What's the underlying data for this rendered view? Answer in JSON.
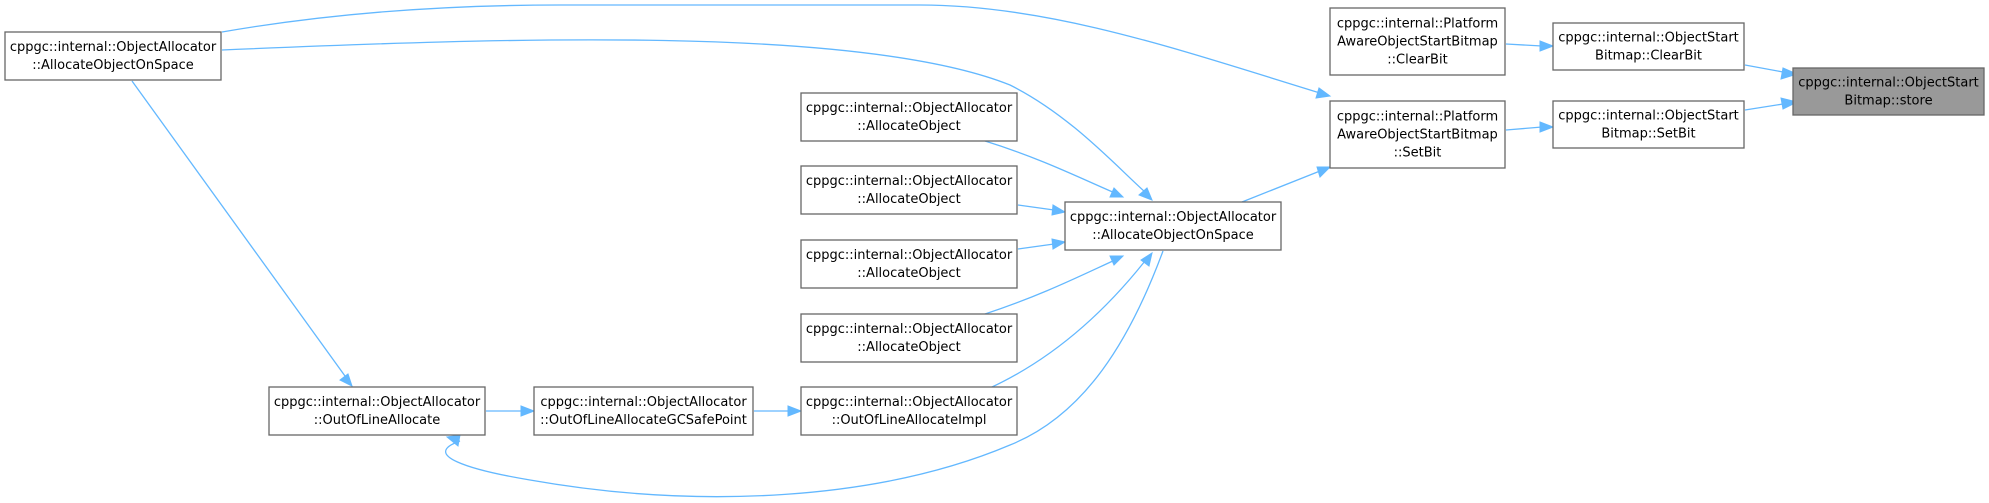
{
  "nodes": {
    "store": {
      "lines": [
        "cppgc::internal::ObjectStart",
        "Bitmap::store"
      ],
      "highlighted": true
    },
    "osb_clearbit": {
      "lines": [
        "cppgc::internal::ObjectStart",
        "Bitmap::ClearBit"
      ]
    },
    "osb_setbit": {
      "lines": [
        "cppgc::internal::ObjectStart",
        "Bitmap::SetBit"
      ]
    },
    "pa_clearbit": {
      "lines": [
        "cppgc::internal::Platform",
        "AwareObjectStartBitmap",
        "::ClearBit"
      ]
    },
    "pa_setbit": {
      "lines": [
        "cppgc::internal::Platform",
        "AwareObjectStartBitmap",
        "::SetBit"
      ]
    },
    "aos_main": {
      "lines": [
        "cppgc::internal::ObjectAllocator",
        "::AllocateObjectOnSpace"
      ]
    },
    "aos_left": {
      "lines": [
        "cppgc::internal::ObjectAllocator",
        "::AllocateObjectOnSpace"
      ]
    },
    "ao1": {
      "lines": [
        "cppgc::internal::ObjectAllocator",
        "::AllocateObject"
      ]
    },
    "ao2": {
      "lines": [
        "cppgc::internal::ObjectAllocator",
        "::AllocateObject"
      ]
    },
    "ao3": {
      "lines": [
        "cppgc::internal::ObjectAllocator",
        "::AllocateObject"
      ]
    },
    "ao4": {
      "lines": [
        "cppgc::internal::ObjectAllocator",
        "::AllocateObject"
      ]
    },
    "oola_impl": {
      "lines": [
        "cppgc::internal::ObjectAllocator",
        "::OutOfLineAllocateImpl"
      ]
    },
    "oola_gc": {
      "lines": [
        "cppgc::internal::ObjectAllocator",
        "::OutOfLineAllocateGCSafePoint"
      ]
    },
    "oola": {
      "lines": [
        "cppgc::internal::ObjectAllocator",
        "::OutOfLineAllocate"
      ]
    }
  },
  "edges": [
    {
      "from": "osb_clearbit",
      "to": "store"
    },
    {
      "from": "osb_setbit",
      "to": "store"
    },
    {
      "from": "pa_clearbit",
      "to": "osb_clearbit"
    },
    {
      "from": "pa_setbit",
      "to": "osb_setbit"
    },
    {
      "from": "aos_left",
      "to": "pa_setbit"
    },
    {
      "from": "aos_main",
      "to": "pa_setbit"
    },
    {
      "from": "aos_left",
      "to": "aos_main"
    },
    {
      "from": "ao1",
      "to": "aos_main"
    },
    {
      "from": "ao2",
      "to": "aos_main"
    },
    {
      "from": "ao3",
      "to": "aos_main"
    },
    {
      "from": "ao4",
      "to": "aos_main"
    },
    {
      "from": "oola_impl",
      "to": "aos_main"
    },
    {
      "from": "aos_main",
      "to": "oola"
    },
    {
      "from": "aos_left",
      "to": "oola"
    },
    {
      "from": "oola",
      "to": "oola_gc"
    },
    {
      "from": "oola_gc",
      "to": "oola_impl"
    }
  ]
}
